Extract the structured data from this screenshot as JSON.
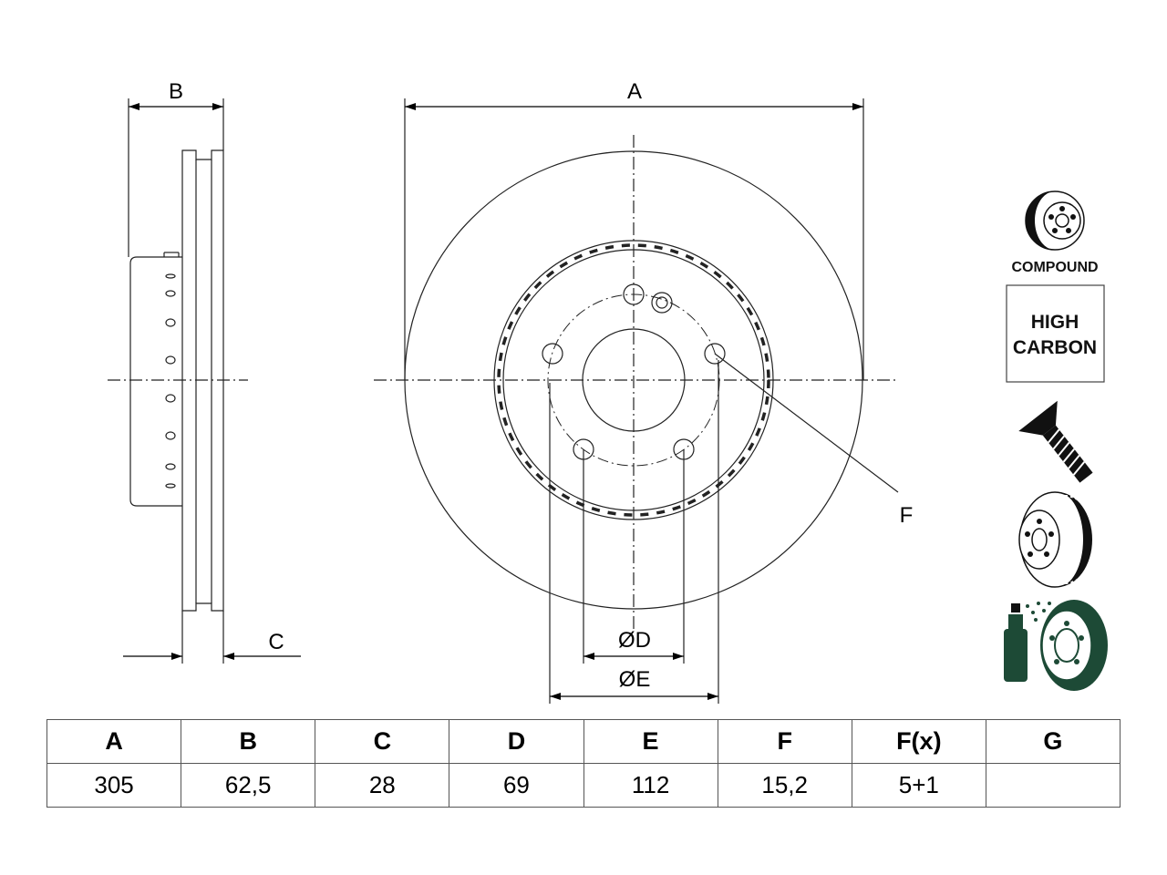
{
  "diagram": {
    "dimension_labels": {
      "a": "A",
      "b": "B",
      "c": "C",
      "d": "ØD",
      "e": "ØE",
      "f": "F"
    }
  },
  "badges": {
    "compound": {
      "label": "COMPOUND",
      "icon": "compound-disc-icon"
    },
    "high_carbon": {
      "line1": "HIGH",
      "line2": "CARBON"
    },
    "screw": {
      "icon": "screw-icon"
    },
    "vented_disc": {
      "icon": "vented-disc-icon"
    },
    "coated_disc": {
      "icon": "spray-coated-disc-icon",
      "color": "#1d4a36"
    }
  },
  "spec_table": {
    "headers": [
      "A",
      "B",
      "C",
      "D",
      "E",
      "F",
      "F(x)",
      "G"
    ],
    "values": [
      "305",
      "62,5",
      "28",
      "69",
      "112",
      "15,2",
      "5+1",
      ""
    ]
  }
}
